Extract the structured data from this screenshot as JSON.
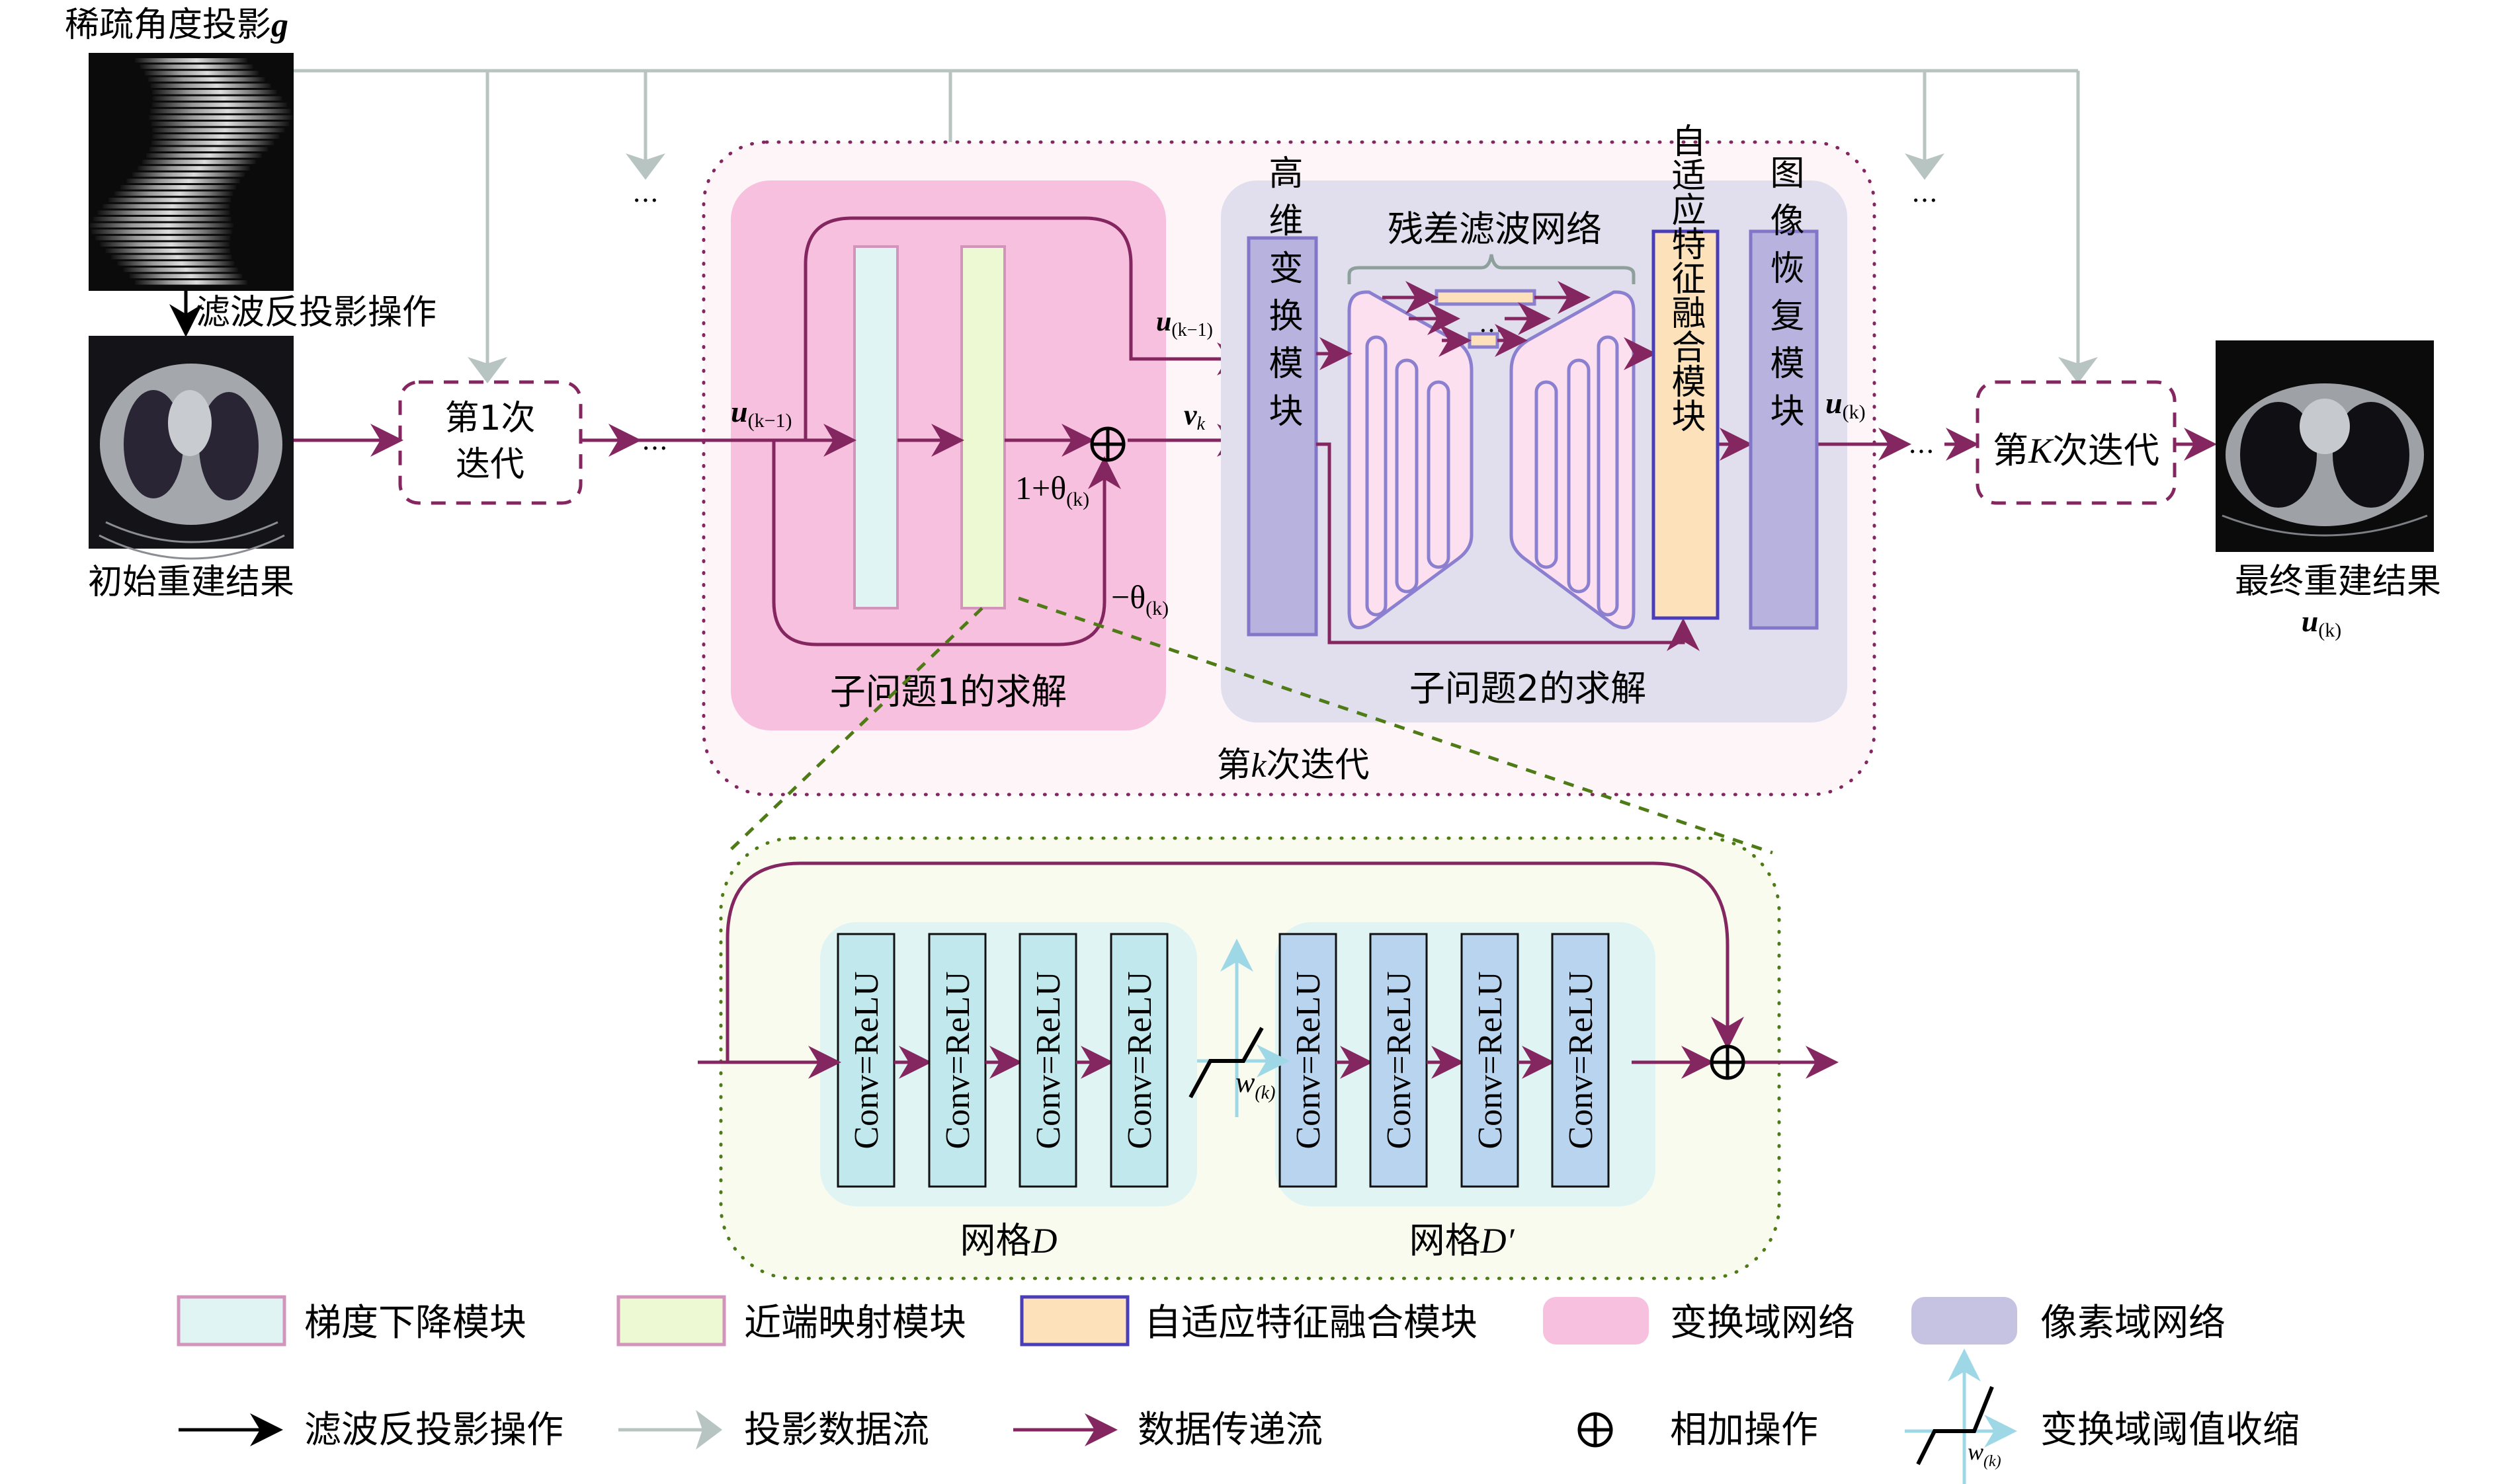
{
  "colors": {
    "data_flow": "#84265f",
    "projection_flow": "#b7c4c1",
    "fbp_arrow": "#000000",
    "gradient_module": "#e1f4f4",
    "proximal_module": "#ecf9d3",
    "fusion_module": "#fde1bb",
    "transform_domain": "#f7c0de",
    "pixel_domain": "#c5c3e1",
    "iteration_bg": "#fdf5f8",
    "subnet_bg": "#f9fbef",
    "conv_d": "#c1e8ec",
    "conv_dprime": "#b8d4ee",
    "threshold_axis": "#9ed8e6",
    "zoom_link": "#4f7b17"
  },
  "top": {
    "sinogram_title": "稀疏角度投影",
    "sinogram_symbol": "g",
    "fbp_label": "滤波反投影操作",
    "initial_result_label": "初始重建结果",
    "ellipsis": "…"
  },
  "iteration_1": {
    "line1": "第1次",
    "line2": "迭代"
  },
  "iteration_K": {
    "prefix": "第",
    "var": "K",
    "suffix": "次迭代"
  },
  "final": {
    "label": "最终重建结果",
    "symbol": "u",
    "subscript": "(k)"
  },
  "iteration_k": {
    "label_prefix": "第",
    "label_var": "k",
    "label_suffix": "次迭代",
    "subproblem1": {
      "title": "子问题1的求解",
      "input_symbol": "u",
      "input_subscript": "(k−1)",
      "coef_plus": "1+θ",
      "coef_plus_sub": "(k)",
      "coef_minus": "−θ",
      "coef_minus_sub": "(k)"
    },
    "subproblem2": {
      "title": "子问题2的求解",
      "residual_net_label": "残差滤波网络",
      "high_dim_module": "高维变换模块",
      "fusion_module": "自适应特征融合模块",
      "restore_module": "图像恢复模块",
      "u_prev_symbol": "u",
      "u_prev_subscript": "(k−1)",
      "v_symbol": "v",
      "v_subscript": "k",
      "output_symbol": "u",
      "output_subscript": "(k)"
    }
  },
  "subnet": {
    "grid_d_label": "网格",
    "grid_d_var": "D",
    "grid_dprime_label": "网格",
    "grid_dprime_var": "D′",
    "conv_label": "Conv=ReLU",
    "threshold_symbol": "w",
    "threshold_subscript": "(k)"
  },
  "legend": {
    "row1": [
      {
        "label": "梯度下降模块",
        "swatch": "gradient"
      },
      {
        "label": "近端映射模块",
        "swatch": "proximal"
      },
      {
        "label": "自适应特征融合模块",
        "swatch": "fusion"
      },
      {
        "label": "变换域网络",
        "swatch": "transform"
      },
      {
        "label": "像素域网络",
        "swatch": "pixel"
      }
    ],
    "row2": [
      {
        "label": "滤波反投影操作",
        "icon": "black-arrow"
      },
      {
        "label": "投影数据流",
        "icon": "gray-arrow"
      },
      {
        "label": "数据传递流",
        "icon": "purple-arrow"
      },
      {
        "label": "相加操作",
        "icon": "circled-plus"
      },
      {
        "label": "变换域阈值收缩",
        "icon": "threshold"
      }
    ],
    "threshold_symbol": "w",
    "threshold_subscript": "(k)"
  }
}
